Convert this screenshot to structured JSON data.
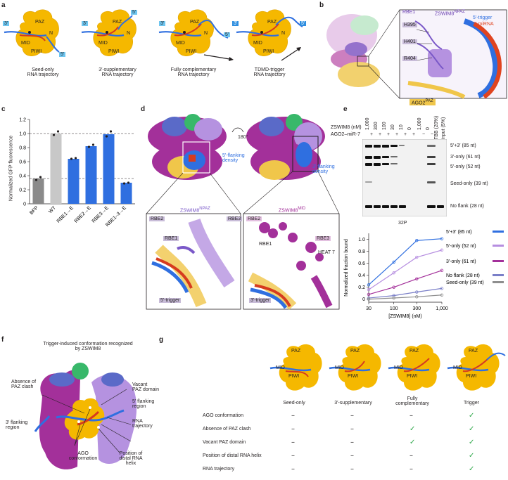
{
  "panels": {
    "a": "a",
    "b": "b",
    "c": "c",
    "d": "d",
    "e": "e",
    "f": "f",
    "g": "g"
  },
  "common": {
    "paz": "PAZ",
    "n": "N",
    "mid": "MID",
    "piwi": "PIWI",
    "p3": "3′",
    "p5": "5′"
  },
  "a": {
    "captions": [
      [
        "Seed-only",
        "RNA trajectory"
      ],
      [
        "3′-supplementary",
        "RNA trajectory"
      ],
      [
        "Fully complementary",
        "RNA trajectory"
      ],
      [
        "TDMD-trigger",
        "RNA trajectory"
      ]
    ]
  },
  "b": {
    "rbe1": "RBE1",
    "zswim8": "ZSWIM8",
    "zswim8_sup": "NPAZ",
    "h395": "H395",
    "h401": "H401",
    "r404": "R404",
    "trigger": "5′-trigger",
    "mirna": "3′-miRNA",
    "ago2": "AGO2",
    "ago2_sup": "PAZ"
  },
  "c": {
    "ylabel": "Normalized GFP fluorescence",
    "chart_data": {
      "type": "bar",
      "categories": [
        "BFP",
        "WT",
        "RBE1→E",
        "RBE2→E",
        "RBE3→E",
        "RBE1–3→E"
      ],
      "values": [
        0.36,
        1.0,
        0.64,
        0.82,
        0.99,
        0.3
      ],
      "points": [
        [
          0.34,
          0.38
        ],
        [
          0.98,
          1.03
        ],
        [
          0.64,
          0.65
        ],
        [
          0.81,
          0.84
        ],
        [
          0.96,
          1.03
        ],
        [
          0.29,
          0.3
        ]
      ],
      "colors": [
        "#8a8a8a",
        "#c8c8c8",
        "#2f6fe0",
        "#2f6fe0",
        "#2f6fe0",
        "#2f6fe0"
      ],
      "ylim": [
        0,
        1.2
      ],
      "yticks": [
        "0",
        "0.2",
        "0.4",
        "0.6",
        "0.8",
        "1.0",
        "1.2"
      ],
      "hlines": [
        1.0,
        0.36
      ]
    }
  },
  "d": {
    "rot": "180°",
    "flank5": [
      "5′-flanking",
      "density"
    ],
    "flank3": [
      "3′-flanking",
      "density"
    ],
    "left_title": "ZSWIM8",
    "left_sup": "NPAZ",
    "right_title": "ZSWIM8",
    "right_sup": "MID",
    "rbe2": "RBE2",
    "rbe3": "RBE3",
    "rbe1": "RBE1",
    "heat7": "HEAT 7",
    "trig5": "5′-trigger",
    "trig3": "3′-trigger"
  },
  "e": {
    "zswim_label": "ZSWIM8 (nM)",
    "ago_label": "AGO2–miR-7",
    "lane_conc": [
      "1,000",
      "300",
      "100",
      "30",
      "10",
      "0",
      "1,000",
      "0"
    ],
    "lane_ago": [
      "+",
      "+",
      "+",
      "+",
      "+",
      "+",
      "−",
      "−"
    ],
    "tbb": "TBB (20%)",
    "input": "Input (5%)",
    "bands": [
      "5′+3′ (85 nt)",
      "3′-only (61 nt)",
      "5′-only (52 nt)",
      "Seed-only (39 nt)",
      "No flank (28 nt)"
    ],
    "p32": "32P",
    "chart_data": {
      "type": "line",
      "xlabel": "[ZSWIM8] (nM)",
      "ylabel": "Normalized fraction bound",
      "x": [
        30,
        100,
        300,
        1000
      ],
      "xticks": [
        "30",
        "100",
        "300",
        "1,000"
      ],
      "yticks": [
        "0",
        "0.2",
        "0.4",
        "0.6",
        "0.8",
        "1.0"
      ],
      "ylim": [
        -0.05,
        1.1
      ],
      "series": [
        {
          "name": "5′+3′ (85 nt)",
          "color": "#2f6fe0",
          "values": [
            0.24,
            0.62,
            0.98,
            1.01
          ]
        },
        {
          "name": "5′-only (52 nt)",
          "color": "#b68ee0",
          "values": [
            0.16,
            0.44,
            0.7,
            0.82
          ]
        },
        {
          "name": "3′-only (61 nt)",
          "color": "#a3309a",
          "values": [
            0.08,
            0.2,
            0.34,
            0.48
          ]
        },
        {
          "name": "No flank (28 nt)",
          "color": "#7a7fc8",
          "values": [
            0.02,
            0.06,
            0.12,
            0.18
          ]
        },
        {
          "name": "Seed-only (39 nt)",
          "color": "#8e8e8e",
          "values": [
            0.0,
            0.02,
            0.04,
            0.07
          ]
        }
      ]
    }
  },
  "f": {
    "title": [
      "Trigger-induced conformation recognized",
      "by ZSWIM8"
    ],
    "absence": [
      "Absence of",
      "PAZ clash"
    ],
    "vacant": [
      "Vacant",
      "PAZ domain"
    ],
    "flank5": [
      "5′ flanking",
      "region"
    ],
    "flank3": [
      "3′ flanking",
      "region"
    ],
    "rna": [
      "RNA",
      "trajectory"
    ],
    "ago": [
      "AGO",
      "conformation"
    ],
    "helix": [
      "Position of",
      "distal RNA",
      "helix"
    ]
  },
  "g": {
    "columns": [
      "Seed-only",
      "3′-supplementary",
      [
        "Fully",
        "complementary"
      ],
      "Trigger"
    ],
    "rows": [
      {
        "label": "AGO conformation",
        "vals": [
          "–",
          "–",
          "–",
          "✓"
        ]
      },
      {
        "label": "Absence of PAZ clash",
        "vals": [
          "–",
          "–",
          "✓",
          "✓"
        ]
      },
      {
        "label": "Vacant PAZ domain",
        "vals": [
          "–",
          "–",
          "✓",
          "✓"
        ]
      },
      {
        "label": "Position of distal RNA helix",
        "vals": [
          "–",
          "–",
          "–",
          "✓"
        ]
      },
      {
        "label": "RNA trajectory",
        "vals": [
          "–",
          "–",
          "–",
          "✓"
        ]
      }
    ]
  }
}
